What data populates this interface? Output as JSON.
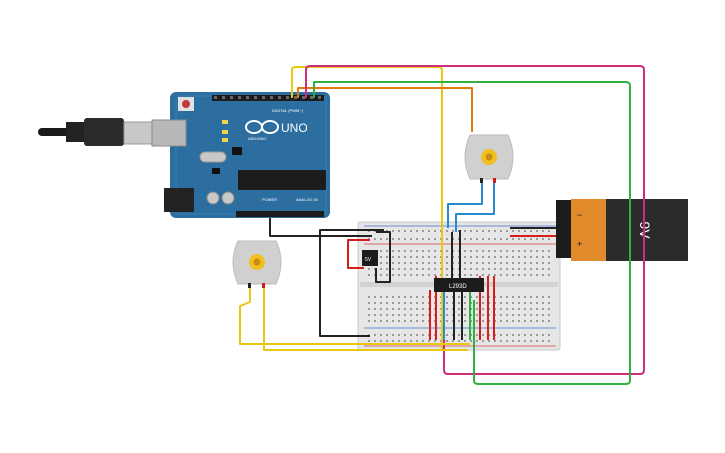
{
  "arduino": {
    "brand_text": "UNO",
    "logo_subtext": "ARDUINO",
    "digital_label": "DIGITAL (PWM~)",
    "power_label": "POWER",
    "analog_label": "ANALOG IN",
    "board_color": "#2c6ea0"
  },
  "battery": {
    "label": "9V",
    "minus": "−",
    "plus": "+"
  },
  "driver_chip": {
    "label": "L293D"
  },
  "regulator": {
    "label": "5V"
  },
  "colors": {
    "wire_yellow": "#e8c810",
    "wire_orange": "#e07a10",
    "wire_magenta": "#d02c7c",
    "wire_green": "#30b040",
    "wire_red": "#d81c1c",
    "wire_black": "#222222",
    "wire_blue": "#2a8ad0",
    "breadboard": "#e6e6e6"
  }
}
